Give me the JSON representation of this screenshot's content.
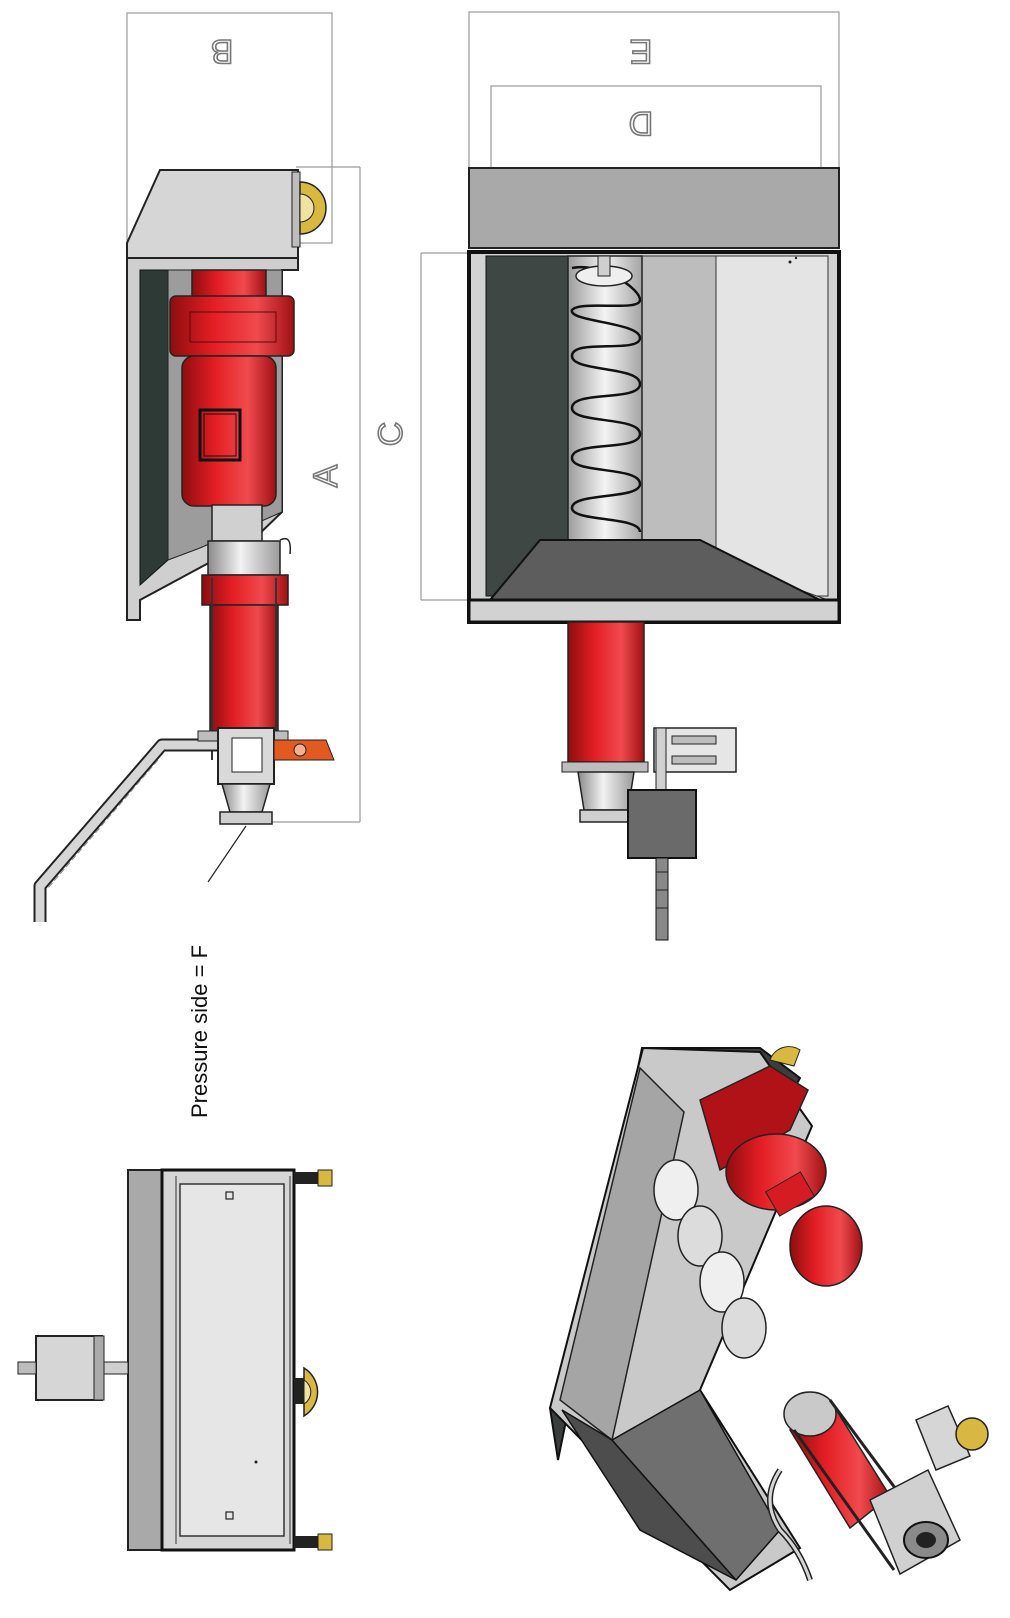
{
  "dimensions": {
    "a": "A",
    "b": "B",
    "c": "C",
    "d": "D",
    "e": "E"
  },
  "annotation": {
    "pressure_side": "Pressure side = F"
  },
  "colors": {
    "red": "#e31e24",
    "steel": "#c8c8c8",
    "dark": "#2a2a2a",
    "brass": "#d8b840",
    "dimension_line": "#9a9a9a"
  }
}
